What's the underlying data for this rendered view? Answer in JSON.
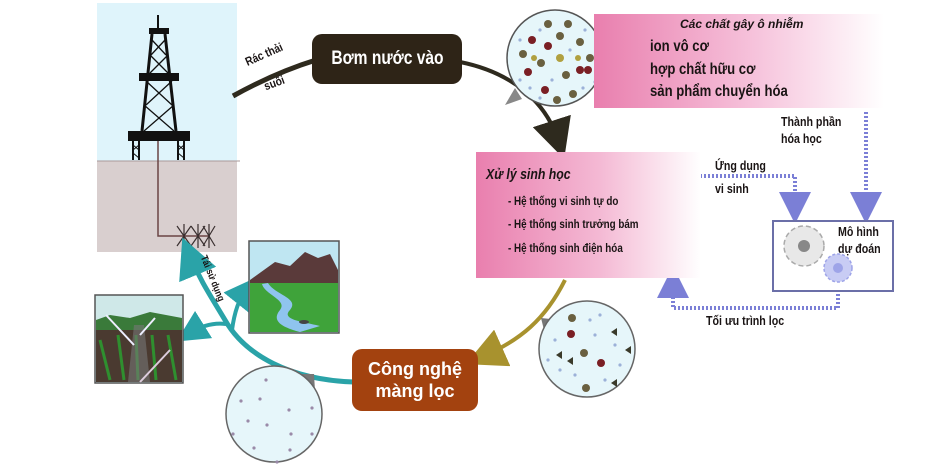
{
  "diagram": {
    "title_nodes": {
      "pump_in": "Bơm nước vào",
      "membrane_line1": "Công nghệ",
      "membrane_line2": "màng lọc"
    },
    "waste_label": {
      "line1": "Rác thải",
      "line2": "suối"
    },
    "pollutants": {
      "heading": "Các chất gây ô nhiễm",
      "items": [
        "ion vô cơ",
        "hợp chất hữu cơ",
        "sản phẩm chuyển hóa"
      ]
    },
    "bio_treatment": {
      "heading": "Xử lý sinh học",
      "items": [
        "- Hệ thống vi sinh tự do",
        "- Hệ thống sinh trưởng bám",
        "- Hệ thống sinh điện hóa"
      ]
    },
    "chemical_composition": {
      "line1": "Thành phần",
      "line2": "hóa học"
    },
    "microbial_application": {
      "line1": "Ứng dụng",
      "line2": "vi sinh"
    },
    "prediction_model": {
      "line1": "Mô hình",
      "line2": "dự đoán"
    },
    "optimize_filter": "Tối ưu trình lọc",
    "reuse_label": "Tái sử dụng",
    "icons": [
      "oil-rig-icon",
      "mountain-river-icon",
      "irrigation-field-icon",
      "gear-icon",
      "magnified-particles-icon"
    ],
    "colors": {
      "dark_box": "#2e2417",
      "brown_box": "#a3420f",
      "pink": "#e97fae",
      "teal_arrow": "#2aa3a8",
      "olive_arrow": "#a8922e",
      "dotted_arrow": "#7b7fd6",
      "sky": "#dff4fb",
      "ground": "#d9cfcf"
    }
  }
}
